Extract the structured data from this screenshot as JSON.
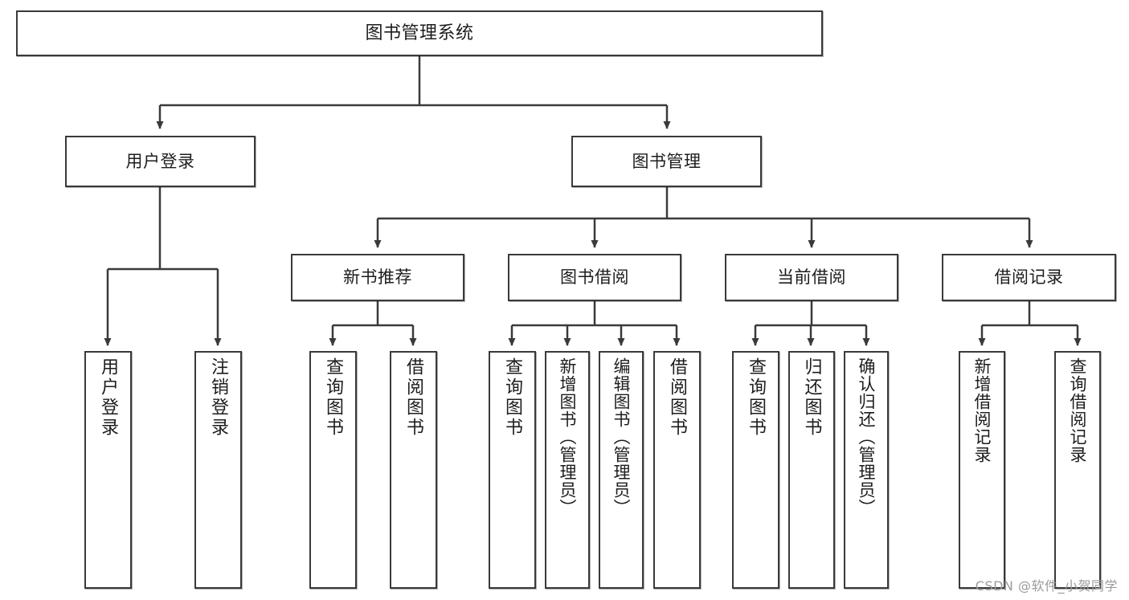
{
  "diagram": {
    "title": "图书管理系统",
    "watermark": "CSDN @软件_小贺同学",
    "stroke_color": "#3a3a3a",
    "fill_color": "#ffffff",
    "text_color": "#1d1d1d"
  },
  "nodes": {
    "root": {
      "label": "图书管理系统"
    },
    "level2": [
      {
        "label": "用户登录"
      },
      {
        "label": "图书管理"
      }
    ],
    "level3": [
      {
        "label": "新书推荐"
      },
      {
        "label": "图书借阅"
      },
      {
        "label": "当前借阅"
      },
      {
        "label": "借阅记录"
      }
    ],
    "leaves": {
      "user_login": [
        {
          "label": "用户登录"
        },
        {
          "label": "注销登录"
        }
      ],
      "new_book": [
        {
          "label": "查询图书"
        },
        {
          "label": "借阅图书"
        }
      ],
      "book_borrow": [
        {
          "label": "查询图书"
        },
        {
          "label": "新增图书（管理员）"
        },
        {
          "label": "编辑图书（管理员）"
        },
        {
          "label": "借阅图书"
        }
      ],
      "current_borrow": [
        {
          "label": "查询图书"
        },
        {
          "label": "归还图书"
        },
        {
          "label": "确认归还（管理员）"
        }
      ],
      "borrow_record": [
        {
          "label": "新增借阅记录"
        },
        {
          "label": "查询借阅记录"
        }
      ]
    }
  }
}
